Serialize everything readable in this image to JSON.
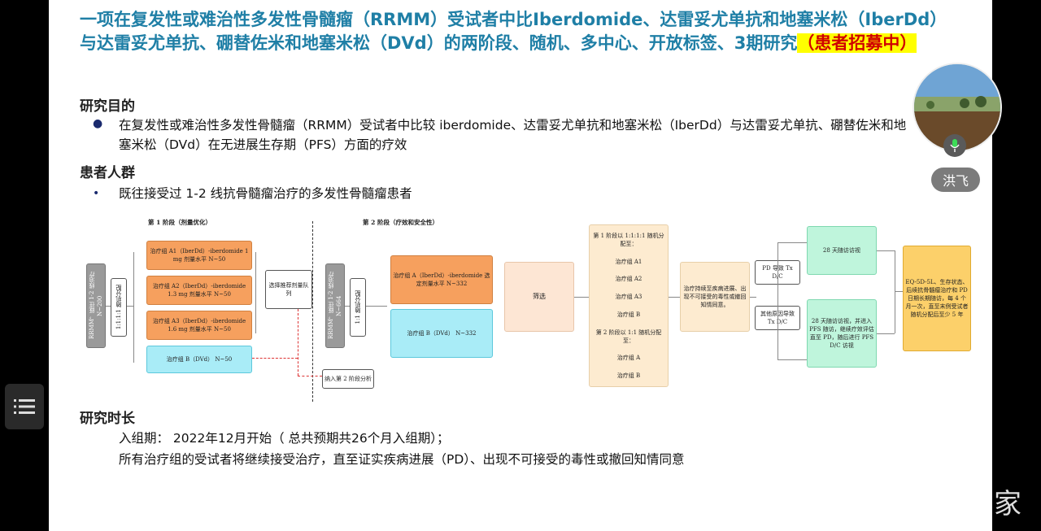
{
  "slide": {
    "title_main": "一项在复发性或难治性多发性骨髓瘤（RRMM）受试者中比Iberdomide、达雷妥尤单抗和地塞米松（IberDd）与达雷妥尤单抗、硼替佐米和地塞米松（DVd）的两阶段、随机、多中心、开放标签、3期研究",
    "title_highlight": "（患者招募中）",
    "objective_heading": "研究目的",
    "objective_text": "在复发性或难治性多发性骨髓瘤（RRMM）受试者中比较 iberdomide、达雷妥尤单抗和地塞米松（IberDd）与达雷妥尤单抗、硼替佐米和地塞米松（DVd）在无进展生存期（PFS）方面的疗效",
    "population_heading": "患者人群",
    "population_text": "既往接受过 1-2 线抗骨髓瘤治疗的多发性骨髓瘤患者",
    "duration_heading": "研究时长",
    "duration_line1": "入组期： 2022年12月开始（ 总共预期共26个月入组期）；",
    "duration_line2": "所有治疗组的受试者将继续接受治疗，直至证实疾病进展（PD）、出现不可接受的毒性或撤回知情同意"
  },
  "diagram": {
    "phase1_label": "第 1 阶段（剂量优化）",
    "phase2_label": "第 2 阶段（疗效和安全性）",
    "p1_population": "RRMM，既往 1-2 线治疗 N~200",
    "p1_random": "1:1:1:1 随机分配",
    "arm_a1": "治疗组 A1（IberDd）-iberdomide 1 mg 剂量水平 N~50",
    "arm_a2": "治疗组 A2（IberDd）-iberdomide 1.3 mg 剂量水平 N~50",
    "arm_a3": "治疗组 A3（IberDd）-iberdomide 1.6 mg 剂量水平 N~50",
    "arm_b": "治疗组 B（DVd） N~50",
    "select_dose": "选择推荐剂量队列",
    "enroll_p2": "纳入第 2 阶段分析",
    "p2_population": "RRMM，既往 1-2 线治疗 N~664",
    "p2_random": "1:1 随机分配",
    "p2_arm_a": "治疗组 A（IberDd）-iberdomide 选定剂量水平 N~332",
    "p2_arm_b": "治疗组 B（DVd） N~332",
    "screening": "筛选",
    "stage_box_1": "第 1 阶段以 1:1:1:1 随机分配至：",
    "stage_a1": "治疗组 A1",
    "stage_a2": "治疗组 A2",
    "stage_a3": "治疗组 A3",
    "stage_b": "治疗组 B",
    "stage_box_2": "第 2 阶段以 1:1 随机分配至：",
    "stage_a": "治疗组 A",
    "stage_b2": "治疗组 B",
    "continue_tx": "治疗持续至疾病进展、出现不可接受的毒性或撤回知情同意。",
    "pd_dc": "PD 导致 Tx D/C",
    "other_dc": "其他原因导致 Tx D/C",
    "visit_28": "28 天随访访视",
    "visit_28_pfs": "28 天随访访视，并进入 PFS 随访，继续疗效评估直至 PD，随后进行 PFS D/C 访视",
    "followup": "EQ-5D-5L、生存状态、后续抗骨髓瘤治疗和 PD 日期长期随访，每 4 个月一次，直至末例受试者随机分配后至少 5 年"
  },
  "overlay": {
    "participant_name": "洪飞",
    "watermark": "家",
    "icons": [
      "microphone-icon",
      "menu-icon"
    ]
  }
}
